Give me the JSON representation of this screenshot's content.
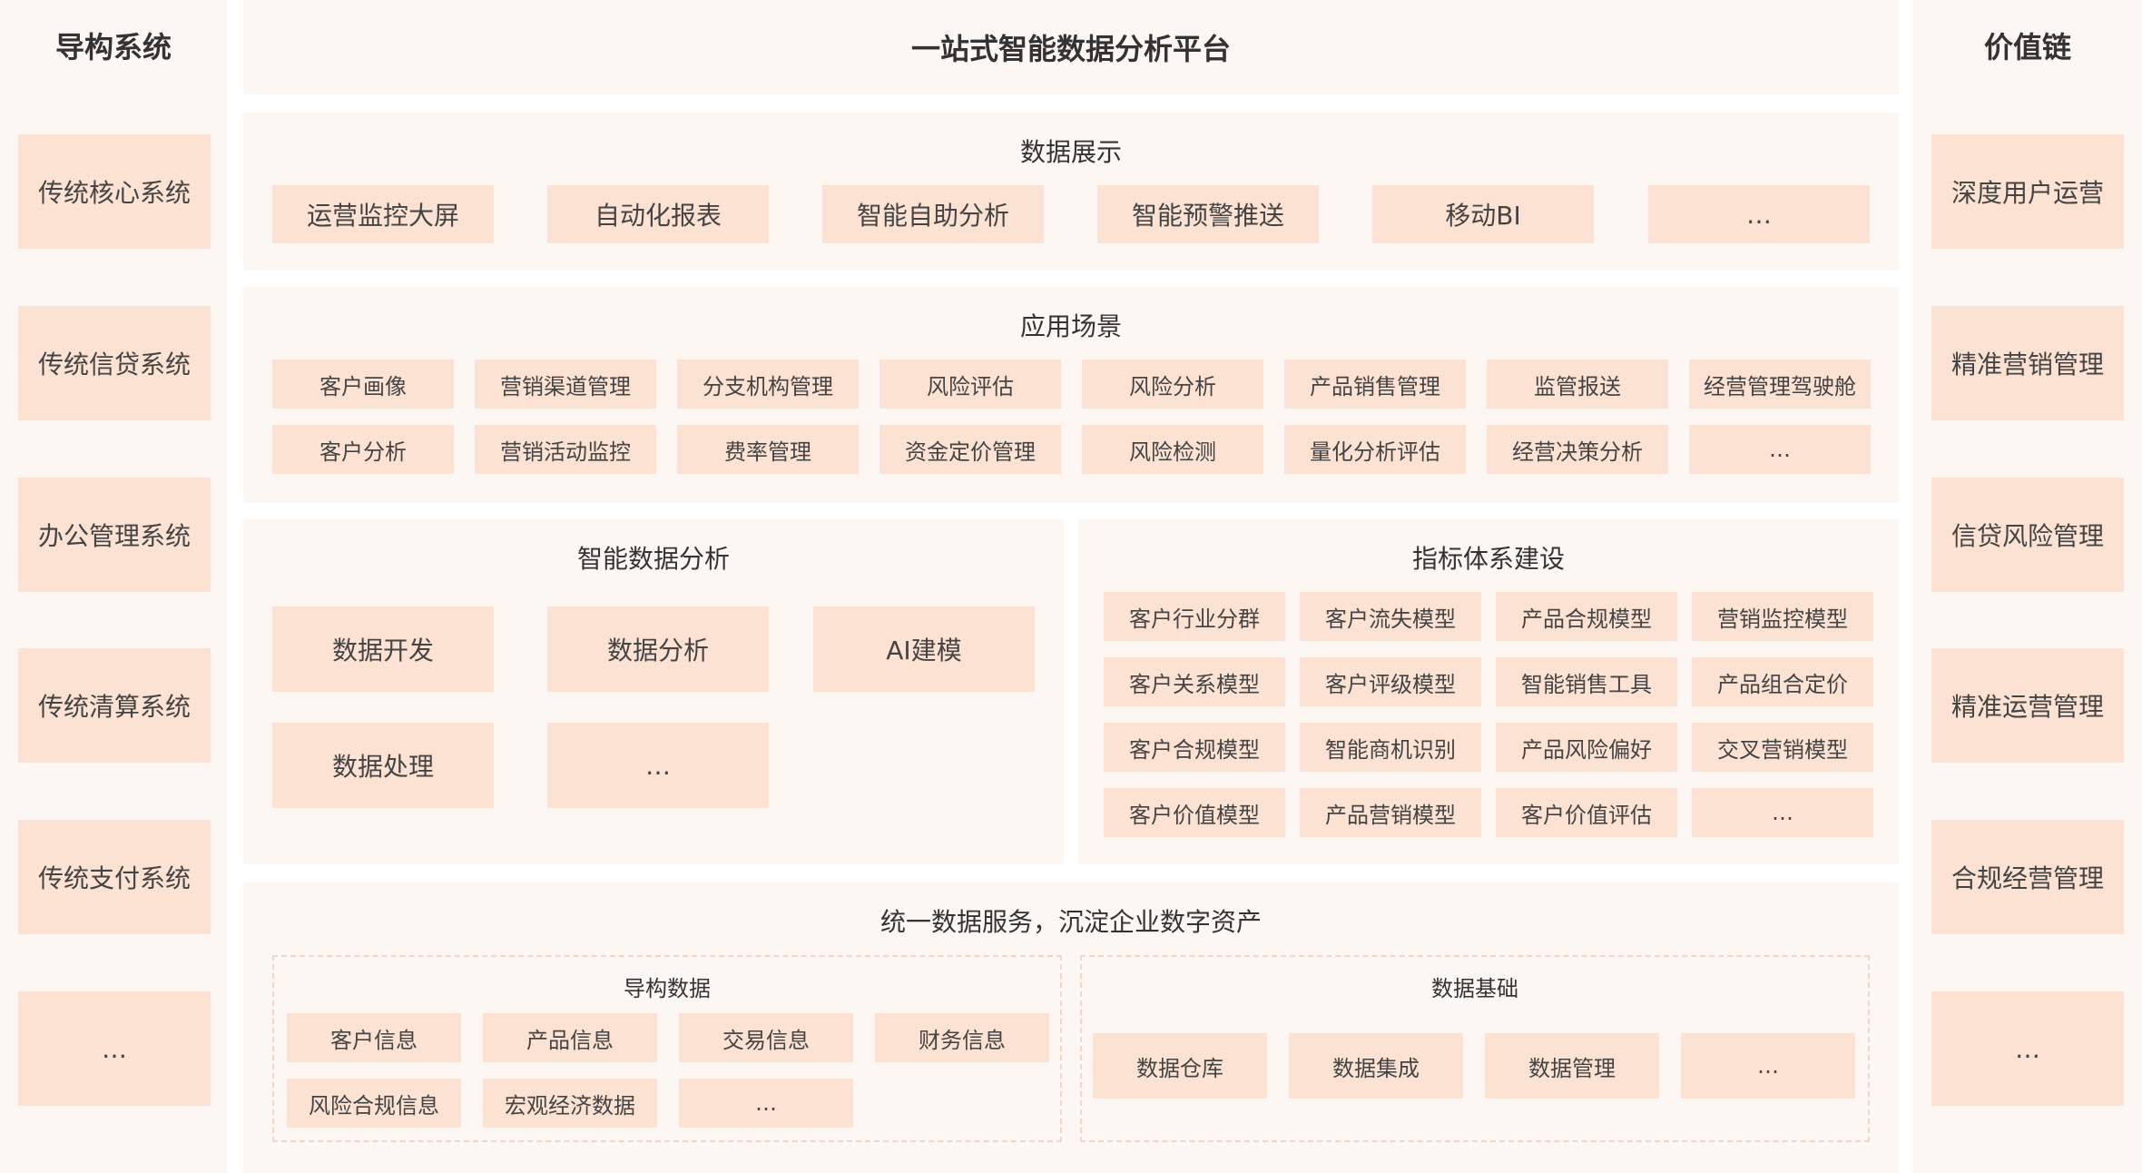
{
  "colors": {
    "panel": "#fdf7f3",
    "box": "#fce2d3",
    "text": "#333333",
    "dashed_border": "#f0d6c6"
  },
  "left": {
    "title": "导构系统",
    "items": [
      "传统核心系统",
      "传统信贷系统",
      "办公管理系统",
      "传统清算系统",
      "传统支付系统",
      "…"
    ]
  },
  "right": {
    "title": "价值链",
    "items": [
      "深度用户运营",
      "精准营销管理",
      "信贷风险管理",
      "精准运营管理",
      "合规经营管理",
      "…"
    ]
  },
  "center": {
    "title": "一站式智能数据分析平台",
    "display": {
      "title": "数据展示",
      "items": [
        "运营监控大屏",
        "自动化报表",
        "智能自助分析",
        "智能预警推送",
        "移动BI",
        "…"
      ]
    },
    "scenarios": {
      "title": "应用场景",
      "row1": [
        "客户画像",
        "营销渠道管理",
        "分支机构管理",
        "风险评估",
        "风险分析",
        "产品销售管理",
        "监管报送",
        "经营管理驾驶舱"
      ],
      "row2": [
        "客户分析",
        "营销活动监控",
        "费率管理",
        "资金定价管理",
        "风险检测",
        "量化分析评估",
        "经营决策分析",
        "…"
      ]
    },
    "analysis": {
      "title": "智能数据分析",
      "items": [
        "数据开发",
        "数据分析",
        "AI建模",
        "数据处理",
        "…"
      ]
    },
    "indicators": {
      "title": "指标体系建设",
      "rows": [
        [
          "客户行业分群",
          "客户流失模型",
          "产品合规模型",
          "营销监控模型"
        ],
        [
          "客户关系模型",
          "客户评级模型",
          "智能销售工具",
          "产品组合定价"
        ],
        [
          "客户合规模型",
          "智能商机识别",
          "产品风险偏好",
          "交叉营销模型"
        ],
        [
          "客户价值模型",
          "产品营销模型",
          "客户价值评估",
          "…"
        ]
      ]
    },
    "service": {
      "title": "统一数据服务，沉淀企业数字资产",
      "source": {
        "title": "导构数据",
        "row1": [
          "客户信息",
          "产品信息",
          "交易信息",
          "财务信息"
        ],
        "row2": [
          "风险合规信息",
          "宏观经济数据",
          "…"
        ]
      },
      "base": {
        "title": "数据基础",
        "items": [
          "数据仓库",
          "数据集成",
          "数据管理",
          "…"
        ]
      }
    }
  }
}
